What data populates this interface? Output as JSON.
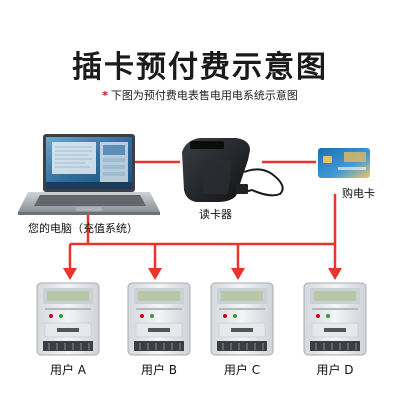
{
  "title": "插卡预付费示意图",
  "subtitle": {
    "star": "*",
    "text": "下图为预付费电表售电用电系统示意图"
  },
  "labels": {
    "computer": "您的电脑（充值系统）",
    "card_reader": "读卡器",
    "card": "购电卡"
  },
  "meters": [
    {
      "label": "用户 A"
    },
    {
      "label": "用户 B"
    },
    {
      "label": "用户 C"
    },
    {
      "label": "用户 D"
    }
  ],
  "colors": {
    "line": "#e8342a",
    "text": "#1a1a1a",
    "meter_body": "#e9ecef",
    "lcd": "#b8c7a8"
  }
}
